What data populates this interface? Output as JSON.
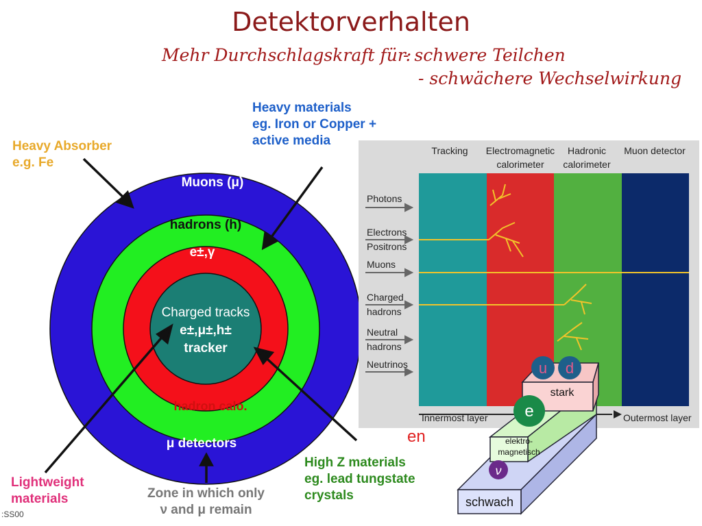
{
  "title": "Detektorverhalten",
  "subtitle": {
    "prefix": "Mehr Durchschlagskraft für:",
    "item1": "- schwere Teilchen",
    "item2": "- schwächere Wechselwirkung"
  },
  "callouts": {
    "heavy_absorber": "Heavy Absorber\ne.g. Fe",
    "heavy_materials": "Heavy materials\neg. Iron or Copper +\nactive media",
    "lightweight": "Lightweight\nmaterials",
    "zone": "Zone in which only\nν and μ remain",
    "highz": "High Z materials\neg. lead tungstate\ncrystals"
  },
  "rings": {
    "muons": "Muons (μ)",
    "hadrons": "hadrons (h)",
    "egamma": "e±,γ",
    "tracks_1": "Charged tracks",
    "tracks_2": "e±,μ±,h±",
    "tracks_3": "tracker",
    "hadron_calo": "hadron calo.",
    "mu_detectors": "μ detectors"
  },
  "layers": {
    "headers": [
      "Tracking",
      "Electromagnetic\ncalorimeter",
      "Hadronic\ncalorimeter",
      "Muon detector"
    ],
    "particles": [
      "Photons",
      "Electrons\nPositrons",
      "Muons",
      "Charged\nhadrons",
      "Neutral\nhadrons",
      "Neutrinos"
    ],
    "innermost": "Innermost layer",
    "outermost": "Outermost layer",
    "colors": {
      "tracking": "#1f9a9a",
      "em": "#d92b2b",
      "hadronic": "#52b040",
      "muon": "#0c2a6a"
    }
  },
  "forces": {
    "quark_u": "u",
    "quark_d": "d",
    "stark": "stark",
    "electron": "e",
    "em_1": "elektro-",
    "em_2": "magnetisch",
    "neutrino": "ν",
    "schwach": "schwach",
    "partial_text": "en"
  },
  "footer": ":SS00"
}
